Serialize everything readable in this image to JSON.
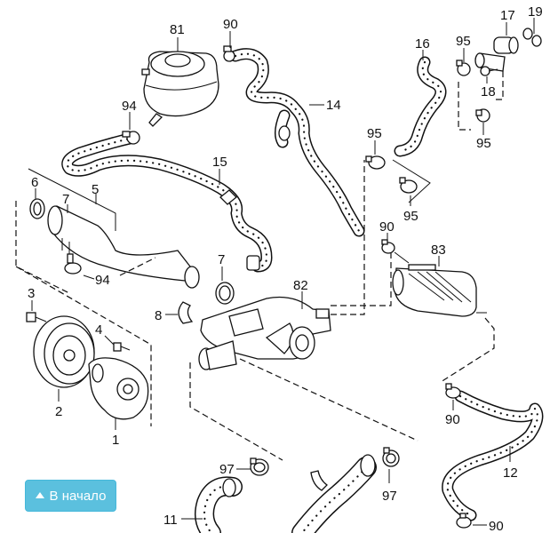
{
  "labels": {
    "l81": "81",
    "l90a": "90",
    "l17": "17",
    "l19": "19",
    "l16": "16",
    "l95a": "95",
    "l18": "18",
    "l95b": "95",
    "l94a": "94",
    "l14": "14",
    "l95c": "95",
    "l15": "15",
    "l6": "6",
    "l7a": "7",
    "l5": "5",
    "l95d": "95",
    "l90b": "90",
    "l83": "83",
    "l94b": "94",
    "l7b": "7",
    "l82": "82",
    "l3": "3",
    "l8": "8",
    "l4": "4",
    "l2": "2",
    "l1": "1",
    "l90c": "90",
    "l97a": "97",
    "l12": "12",
    "l97b": "97",
    "l11": "11",
    "l90d": "90"
  },
  "home_button": {
    "label": "В начало",
    "icon": "chevron-up-icon",
    "color": "#5bc0de"
  }
}
